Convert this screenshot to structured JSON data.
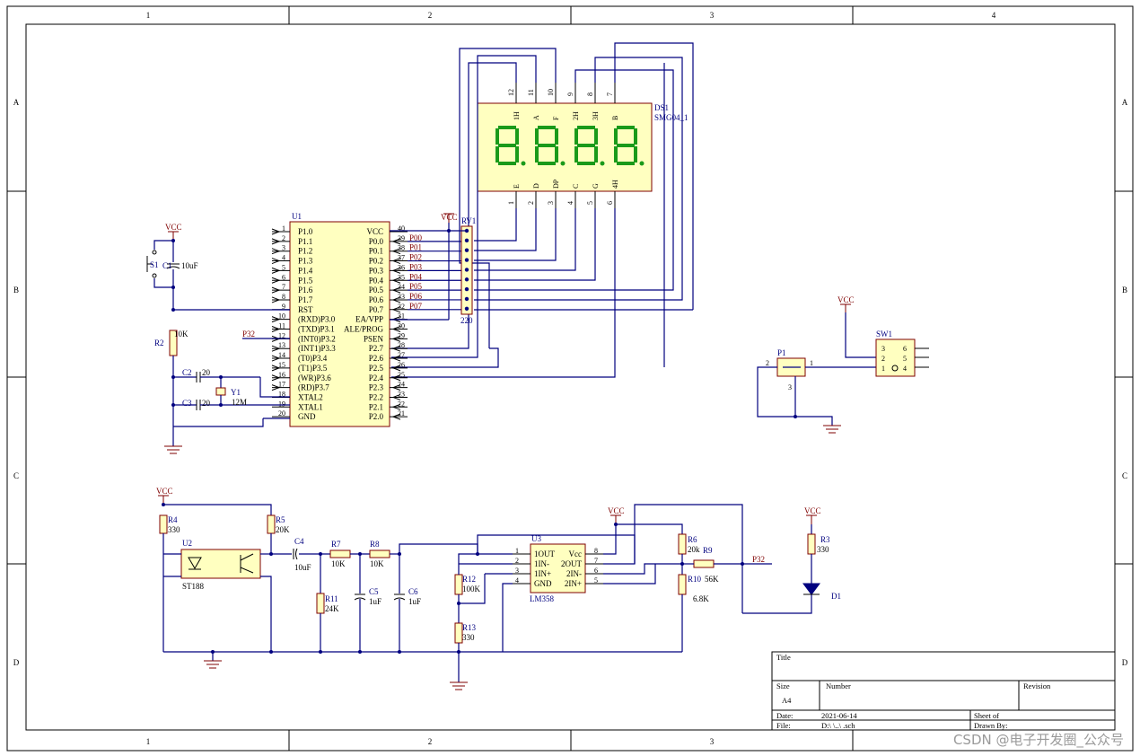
{
  "frame": {
    "col_labels": [
      "1",
      "2",
      "3",
      "4"
    ],
    "row_labels": [
      "A",
      "B",
      "C",
      "D"
    ]
  },
  "u1": {
    "ref": "U1",
    "left_pins": [
      {
        "num": "1",
        "name": "P1.0"
      },
      {
        "num": "2",
        "name": "P1.1"
      },
      {
        "num": "3",
        "name": "P1.2"
      },
      {
        "num": "4",
        "name": "P1.3"
      },
      {
        "num": "5",
        "name": "P1.4"
      },
      {
        "num": "6",
        "name": "P1.5"
      },
      {
        "num": "7",
        "name": "P1.6"
      },
      {
        "num": "8",
        "name": "P1.7"
      },
      {
        "num": "9",
        "name": "RST"
      },
      {
        "num": "10",
        "name": "(RXD)P3.0"
      },
      {
        "num": "11",
        "name": "(TXD)P3.1"
      },
      {
        "num": "12",
        "name": "(INT0)P3.2"
      },
      {
        "num": "13",
        "name": "(INT1)P3.3"
      },
      {
        "num": "14",
        "name": "(T0)P3.4"
      },
      {
        "num": "15",
        "name": "(T1)P3.5"
      },
      {
        "num": "16",
        "name": "(WR)P3.6"
      },
      {
        "num": "17",
        "name": "(RD)P3.7"
      },
      {
        "num": "18",
        "name": "XTAL2"
      },
      {
        "num": "19",
        "name": "XTAL1"
      },
      {
        "num": "20",
        "name": "GND"
      }
    ],
    "right_pins": [
      {
        "num": "40",
        "name": "VCC"
      },
      {
        "num": "39",
        "name": "P0.0"
      },
      {
        "num": "38",
        "name": "P0.1"
      },
      {
        "num": "37",
        "name": "P0.2"
      },
      {
        "num": "36",
        "name": "P0.3"
      },
      {
        "num": "35",
        "name": "P0.4"
      },
      {
        "num": "34",
        "name": "P0.5"
      },
      {
        "num": "33",
        "name": "P0.6"
      },
      {
        "num": "32",
        "name": "P0.7"
      },
      {
        "num": "31",
        "name": "EA/VPP"
      },
      {
        "num": "30",
        "name": "ALE/PROG"
      },
      {
        "num": "29",
        "name": "PSEN"
      },
      {
        "num": "28",
        "name": "P2.7"
      },
      {
        "num": "27",
        "name": "P2.6"
      },
      {
        "num": "26",
        "name": "P2.5"
      },
      {
        "num": "25",
        "name": "P2.4"
      },
      {
        "num": "24",
        "name": "P2.3"
      },
      {
        "num": "23",
        "name": "P2.2"
      },
      {
        "num": "22",
        "name": "P2.1"
      },
      {
        "num": "21",
        "name": "P2.0"
      }
    ],
    "net_labels": [
      "P00",
      "P01",
      "P02",
      "P03",
      "P04",
      "P05",
      "P06",
      "P07"
    ]
  },
  "ds1": {
    "ref": "DS1",
    "value": "SMG04_1",
    "top_pins": [
      "12",
      "11",
      "10",
      "9",
      "8",
      "7"
    ],
    "top_names": [
      "1H",
      "A",
      "F",
      "2H",
      "3H",
      "B"
    ],
    "bottom_pins": [
      "1",
      "2",
      "3",
      "4",
      "5",
      "6"
    ],
    "bottom_names": [
      "E",
      "D",
      "DP",
      "C",
      "G",
      "4H"
    ]
  },
  "rv1": {
    "ref": "RV1",
    "value": "220"
  },
  "vcc": "VCC",
  "s1": {
    "ref": "S1"
  },
  "c1": {
    "ref": "C1",
    "value": "10uF"
  },
  "r2": {
    "ref": "R2",
    "value": "10K"
  },
  "c2": {
    "ref": "C2",
    "value": "20"
  },
  "c3": {
    "ref": "C3",
    "value": "20"
  },
  "y1": {
    "ref": "Y1",
    "value": "12M"
  },
  "p32": "P32",
  "p1": {
    "ref": "P1",
    "pins": [
      "2",
      "1",
      "3"
    ]
  },
  "sw1": {
    "ref": "SW1",
    "pins": [
      "3",
      "6",
      "2",
      "5",
      "1",
      "4"
    ]
  },
  "u2": {
    "ref": "U2",
    "value": "ST188"
  },
  "r4": {
    "ref": "R4",
    "value": "330"
  },
  "r5": {
    "ref": "R5",
    "value": "20K"
  },
  "c4": {
    "ref": "C4",
    "value": "10uF"
  },
  "r7": {
    "ref": "R7",
    "value": "10K"
  },
  "r8": {
    "ref": "R8",
    "value": "10K"
  },
  "r11": {
    "ref": "R11",
    "value": "24K"
  },
  "c5": {
    "ref": "C5",
    "value": "1uF"
  },
  "c6": {
    "ref": "C6",
    "value": "1uF"
  },
  "r12": {
    "ref": "R12",
    "value": "100K"
  },
  "r13": {
    "ref": "R13",
    "value": "330"
  },
  "u3": {
    "ref": "U3",
    "value": "LM358",
    "left": [
      {
        "num": "1",
        "name": "1OUT"
      },
      {
        "num": "2",
        "name": "1IN-"
      },
      {
        "num": "3",
        "name": "1IN+"
      },
      {
        "num": "4",
        "name": "GND"
      }
    ],
    "right": [
      {
        "num": "8",
        "name": "Vcc"
      },
      {
        "num": "7",
        "name": "2OUT"
      },
      {
        "num": "6",
        "name": "2IN-"
      },
      {
        "num": "5",
        "name": "2IN+"
      }
    ]
  },
  "r6": {
    "ref": "R6",
    "value": "20k"
  },
  "r9": {
    "ref": "R9",
    "value": "56K"
  },
  "r10": {
    "ref": "R10",
    "value": "6.8K"
  },
  "r3": {
    "ref": "R3",
    "value": "330"
  },
  "d1": {
    "ref": "D1"
  },
  "title_block": {
    "title_label": "Title",
    "size_label": "Size",
    "size_value": "A4",
    "number_label": "Number",
    "revision_label": "Revision",
    "date_label": "Date:",
    "date_value": "2021-06-14",
    "sheet_label": "Sheet   of",
    "file_label": "File:",
    "file_value": "D:\\          \\..\\                   .sch",
    "drawn_label": "Drawn By:"
  },
  "watermark": "CSDN @电子开发圈_公众号"
}
